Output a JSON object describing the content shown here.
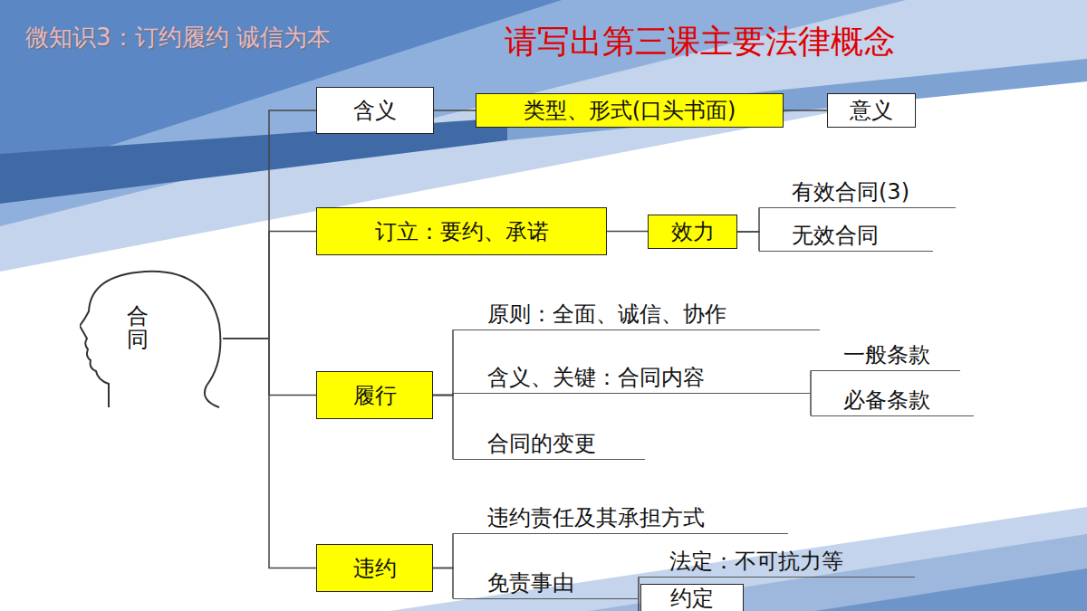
{
  "diagram": {
    "title": "请写出第三课主要法律概念",
    "nodes": [
      {
        "text": [
          "合同"
        ]
      },
      {
        "text": [
          "含义"
        ]
      },
      {
        "text": [
          "类型、形式(口头书面)"
        ]
      },
      {
        "text": [
          "意义"
        ]
      },
      {
        "text": [
          "订立：要约、承诺"
        ]
      },
      {
        "text": [
          "效力"
        ]
      },
      {
        "text": [
          "有效合同(3)"
        ]
      },
      {
        "text": [
          "无效合同"
        ]
      },
      {
        "text": [
          "履行"
        ]
      },
      {
        "text": [
          "原则：全面、诚信、协作"
        ]
      },
      {
        "text": [
          "含义、关键：合同内容"
        ]
      },
      {
        "text": [
          "一般条款"
        ]
      },
      {
        "text": [
          "必备条款"
        ]
      },
      {
        "text": [
          "合同的变更"
        ]
      },
      {
        "text": [
          "违约"
        ]
      },
      {
        "text": [
          "违约责任及其承担方式"
        ]
      },
      {
        "text": [
          "免责事由"
        ]
      },
      {
        "text": [
          "法定：不可抗力等"
        ]
      },
      {
        "text": [
          "约定"
        ]
      }
    ],
    "edges": [
      {
        "from": 0,
        "to": 1,
        "arrow": "none"
      },
      {
        "from": 0,
        "to": 4,
        "arrow": "none"
      },
      {
        "from": 0,
        "to": 8,
        "arrow": "none"
      },
      {
        "from": 0,
        "to": 14,
        "arrow": "none"
      },
      {
        "from": 1,
        "to": 2,
        "arrow": "none"
      },
      {
        "from": 2,
        "to": 3,
        "arrow": "none"
      },
      {
        "from": 4,
        "to": 5,
        "arrow": "none"
      },
      {
        "from": 5,
        "to": 6,
        "arrow": "none"
      },
      {
        "from": 5,
        "to": 7,
        "arrow": "none"
      },
      {
        "from": 8,
        "to": 9,
        "arrow": "none"
      },
      {
        "from": 8,
        "to": 10,
        "arrow": "none"
      },
      {
        "from": 8,
        "to": 13,
        "arrow": "none"
      },
      {
        "from": 10,
        "to": 11,
        "arrow": "none"
      },
      {
        "from": 10,
        "to": 12,
        "arrow": "none"
      },
      {
        "from": 14,
        "to": 15,
        "arrow": "none"
      },
      {
        "from": 14,
        "to": 16,
        "arrow": "none"
      },
      {
        "from": 16,
        "to": 17,
        "arrow": "none"
      },
      {
        "from": 16,
        "to": 18,
        "arrow": "none"
      }
    ],
    "labels": [
      "微知识3：订约履约 诚信为本"
    ]
  }
}
